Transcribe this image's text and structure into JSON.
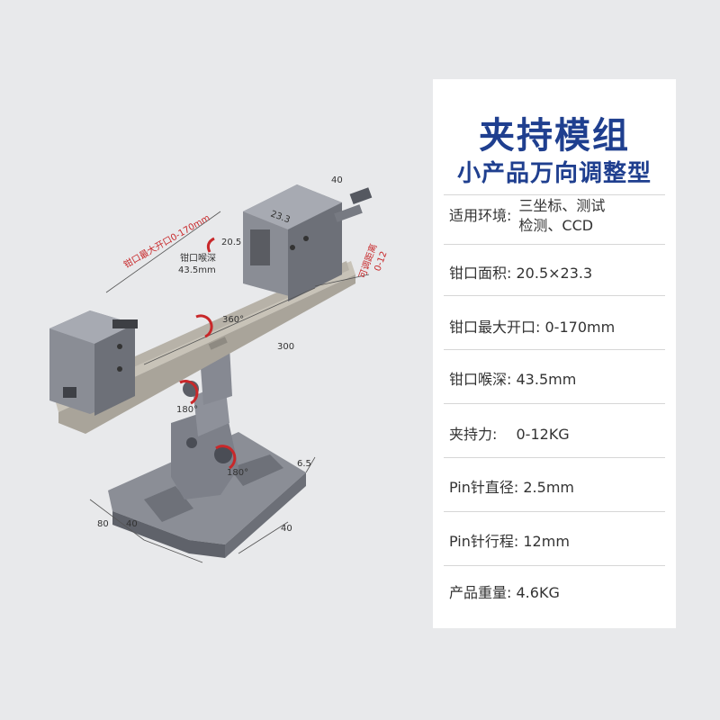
{
  "title": "夹持模组",
  "subtitle": "小产品万向调整型",
  "specs": [
    {
      "label": "适用环境:",
      "value_line1": "三坐标、测试",
      "value_line2": "检测、CCD"
    },
    {
      "label": "钳口面积:",
      "value": "20.5×23.3"
    },
    {
      "label": "钳口最大开口:",
      "value": "0-170mm"
    },
    {
      "label": "钳口喉深:",
      "value": "43.5mm"
    },
    {
      "label": "夹持力:",
      "value": "0-12KG"
    },
    {
      "label": "Pin针直径:",
      "value": "2.5mm"
    },
    {
      "label": "Pin针行程:",
      "value": "12mm"
    },
    {
      "label": "产品重量:",
      "value": "4.6KG"
    }
  ],
  "drawing": {
    "dim_opening": "钳口最大开口0-170mm",
    "dim_throat_1": "钳口喉深",
    "dim_throat_2": "43.5mm",
    "dim_adjust_1": "可调距离",
    "dim_adjust_2": "0-12",
    "dim_40_top": "40",
    "dim_23_3": "23.3",
    "dim_20_5": "20.5",
    "dim_300": "300",
    "angle_360": "360°",
    "angle_180_a": "180°",
    "angle_180_b": "180°",
    "dim_6_5": "6.5",
    "dim_80": "80",
    "dim_40_left": "40",
    "dim_40_right": "40"
  },
  "colors": {
    "title": "#1f3f8f",
    "annotation": "#c8282a",
    "metal": "#7d8089"
  }
}
